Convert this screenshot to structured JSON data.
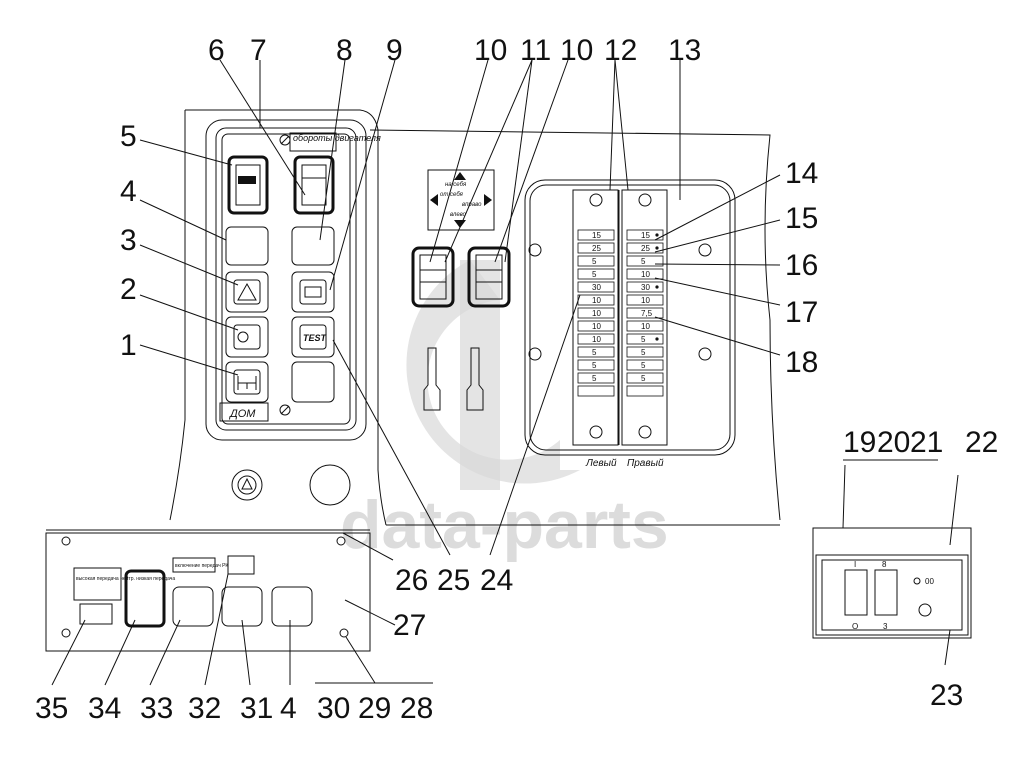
{
  "diagram": {
    "title": "Instrument panel switches and fuse block assembly",
    "watermark": "data-parts",
    "callouts_top": [
      "6",
      "7",
      "8",
      "9",
      "10",
      "11",
      "10",
      "12",
      "13"
    ],
    "callouts_right": [
      "14",
      "15",
      "16",
      "17",
      "18"
    ],
    "callouts_left": [
      "5",
      "4",
      "3",
      "2",
      "1"
    ],
    "callouts_mid_bottom": [
      "26",
      "25",
      "24"
    ],
    "callouts_bottom": [
      "35",
      "34",
      "33",
      "32",
      "31",
      "4",
      "30",
      "29",
      "28"
    ],
    "callout_27": "27",
    "callouts_right_unit": [
      "19",
      "20",
      "21",
      "22",
      "23"
    ],
    "left_panel": {
      "top_label": "обороты двигателя",
      "bottom_label": "ДОМ",
      "test_label": "TEST"
    },
    "arrow_plate": {
      "up": "на себя",
      "left": "от себя",
      "right": "вправо",
      "down": "влево"
    },
    "fuse_block": {
      "left_label": "Левый",
      "right_label": "Правый",
      "left_values": [
        "15",
        "25",
        "5",
        "5",
        "30",
        "10",
        "10",
        "10",
        "10",
        "5",
        "5",
        "5",
        ""
      ],
      "right_values": [
        "15",
        "25",
        "5",
        "10",
        "30",
        "10",
        "7,5",
        "10",
        "5",
        "5",
        "5",
        "5",
        ""
      ],
      "right_marked": [
        true,
        true,
        false,
        false,
        true,
        false,
        false,
        false,
        true,
        false,
        false,
        false,
        false
      ]
    },
    "bottom_panel": {
      "label_35": "высокая передача нейтр. низкая передача",
      "label_33": "включение передач РК"
    },
    "right_unit": {
      "switch1_top": "I",
      "switch1_bottom": "O",
      "switch2_top": "8",
      "switch2_bottom": "3",
      "indicator": "00"
    }
  }
}
